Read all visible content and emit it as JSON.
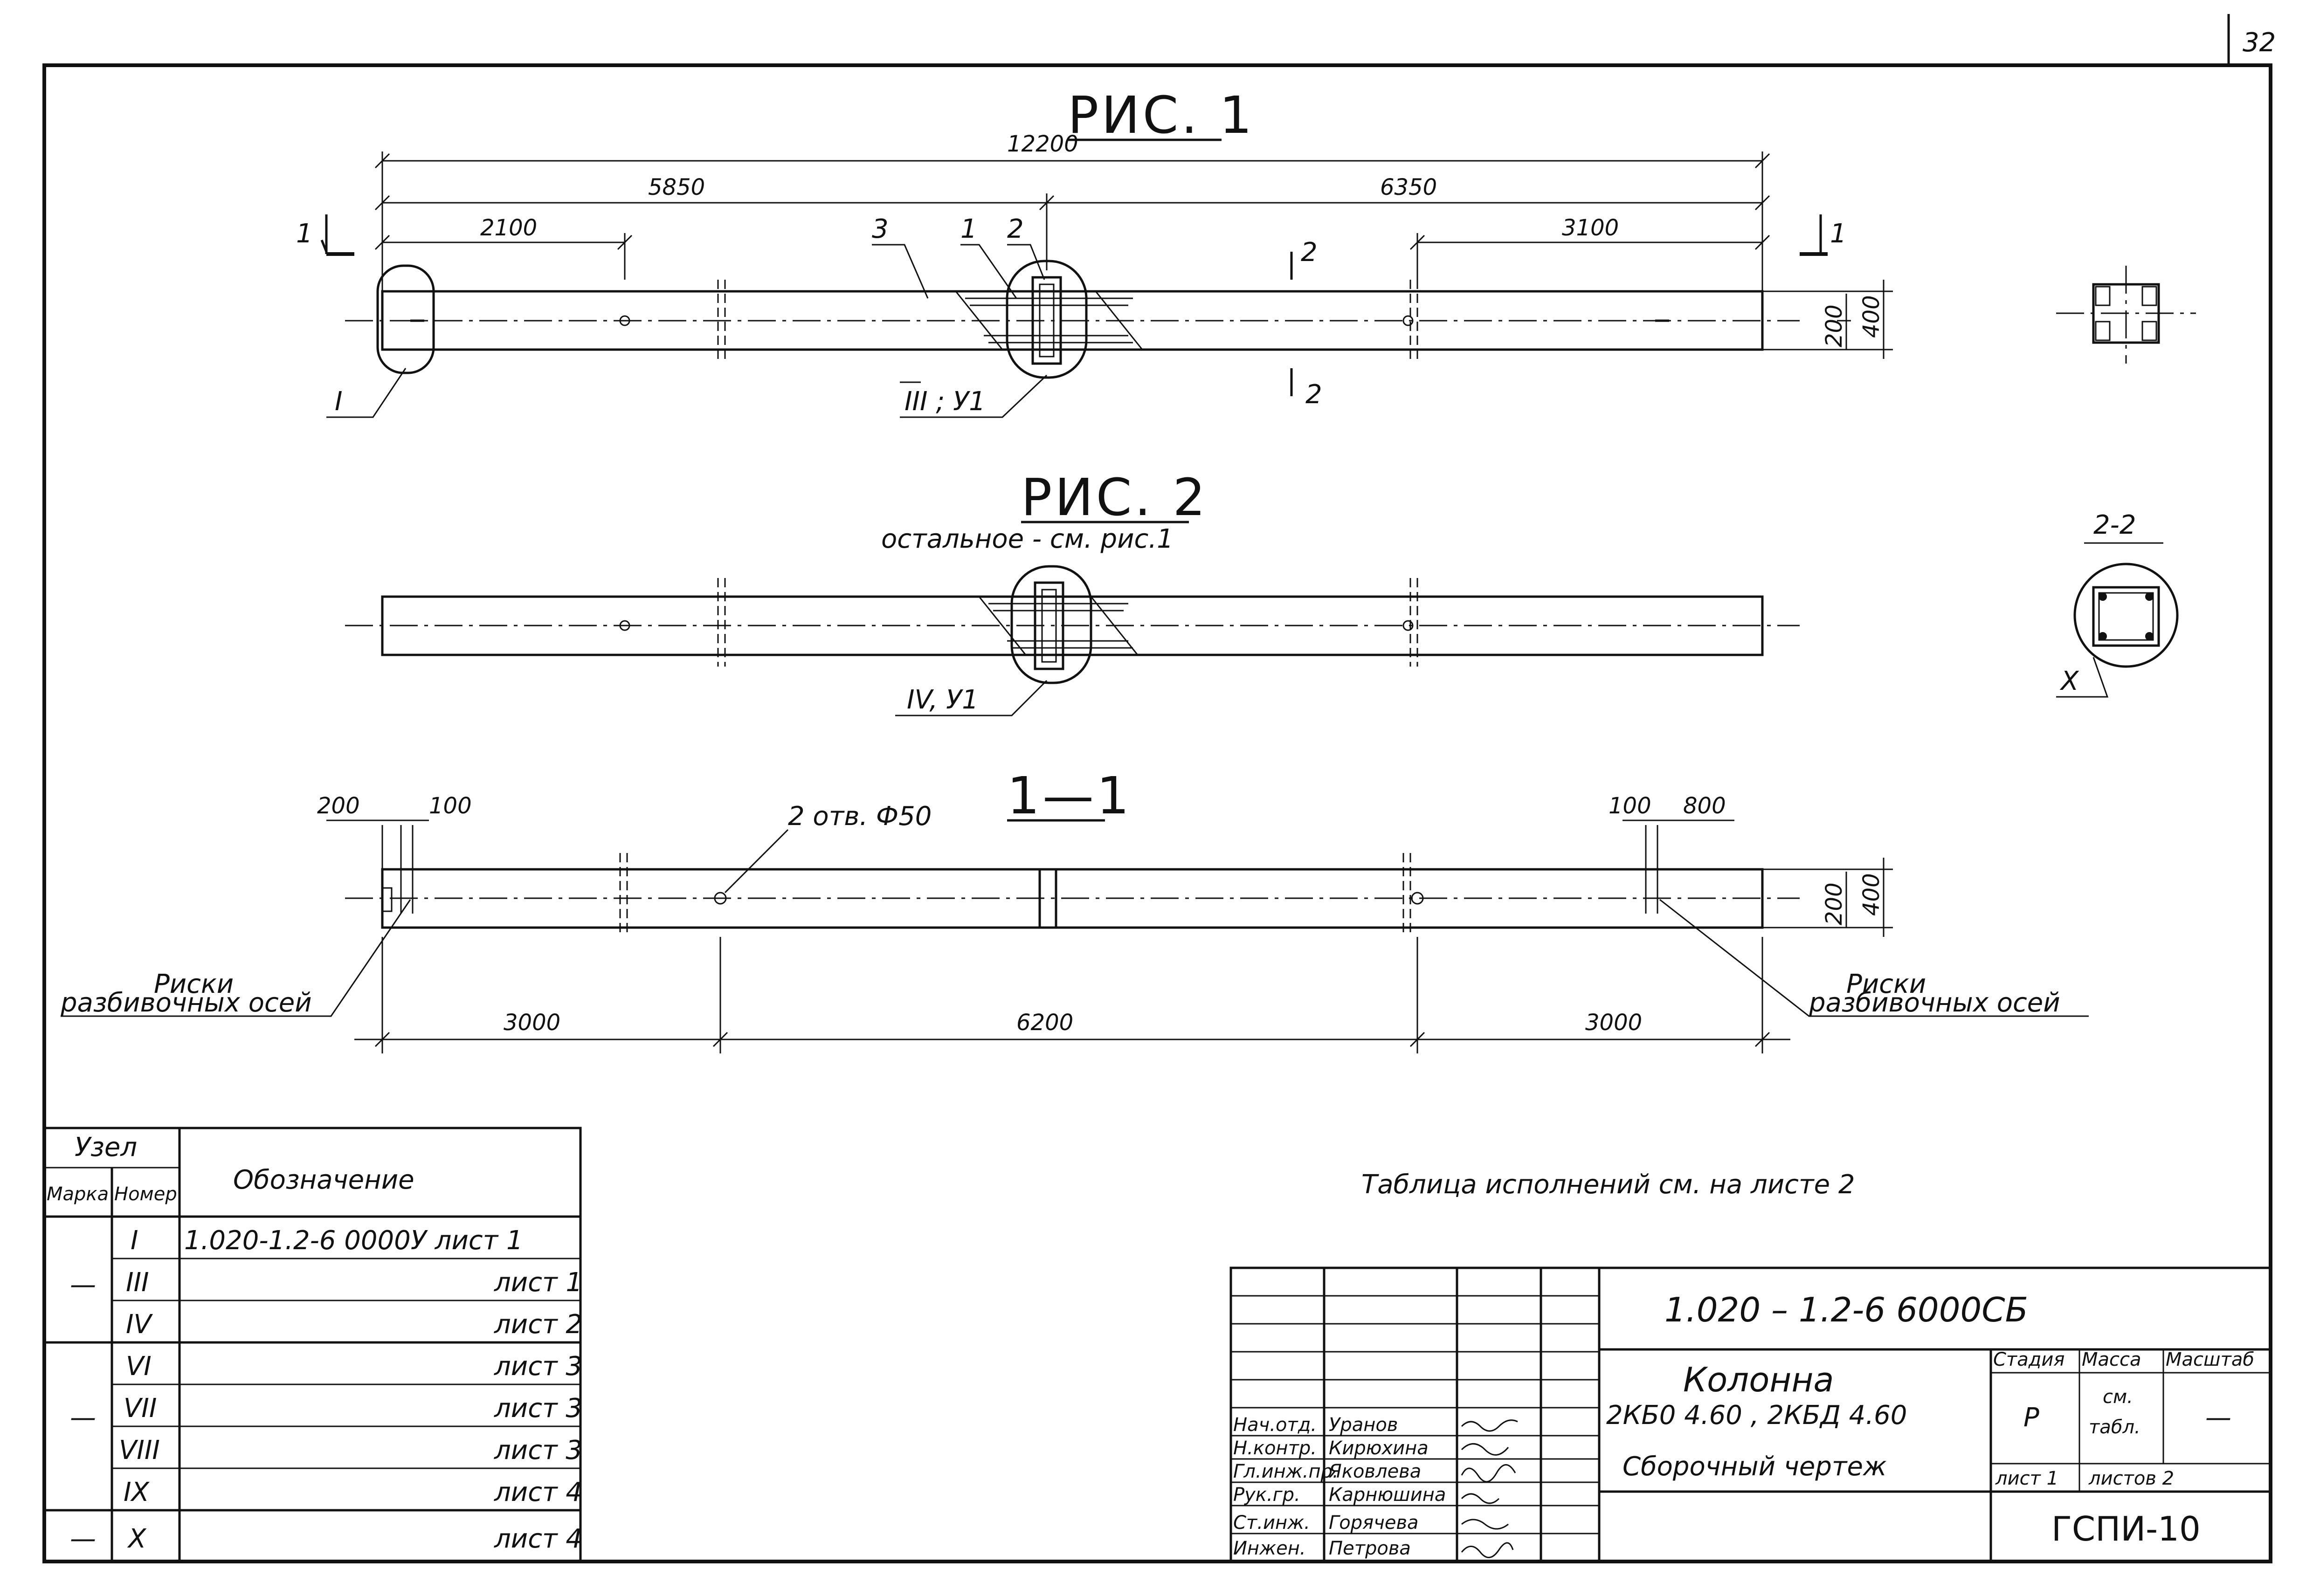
{
  "sheet_number": "32",
  "fig1": {
    "title": "РИС. 1",
    "dim_total": "12200",
    "dim_left": "5850",
    "dim_right": "6350",
    "dim_left_inner": "2100",
    "dim_right_inner": "3100",
    "section_mark": "1",
    "section2_mark": "2",
    "callout_1": "1",
    "callout_2": "2",
    "callout_3": "3",
    "node_label_left": "I",
    "node_label_center": "III ; У1",
    "dim_height_200": "200",
    "dim_height_400": "400"
  },
  "fig2": {
    "title": "РИС. 2",
    "subtitle": "остальное - см. рис.1",
    "node_label_center": "IV, У1"
  },
  "section_2_2": {
    "title": "2-2",
    "node_label": "X"
  },
  "section_1_1": {
    "title": "1—1",
    "dim_200": "200",
    "dim_100_left": "100",
    "hole_note": "2 отв. Ф50",
    "dim_100_right": "100",
    "dim_800": "800",
    "dim_3000_left": "3000",
    "dim_6200": "6200",
    "dim_3000_right": "3000",
    "dim_height_200": "200",
    "dim_height_400": "400",
    "note_left_1": "Риски",
    "note_left_2": "разбивочных осей",
    "note_right_1": "Риски",
    "note_right_2": "разбивочных осей"
  },
  "node_table": {
    "header_node": "Узел",
    "header_mark": "Марка",
    "header_number": "Номер",
    "header_designation": "Обозначение",
    "rows": [
      {
        "mark": "",
        "number": "I",
        "designation": "1.020-1.2-6 0000У лист 1"
      },
      {
        "mark": "—",
        "number": "III",
        "designation": "лист 1"
      },
      {
        "mark": "",
        "number": "IV",
        "designation": "лист 2"
      },
      {
        "mark": "",
        "number": "VI",
        "designation": "лист 3"
      },
      {
        "mark": "—",
        "number": "VII",
        "designation": "лист 3"
      },
      {
        "mark": "",
        "number": "VIII",
        "designation": "лист 3"
      },
      {
        "mark": "",
        "number": "IX",
        "designation": "лист 4"
      },
      {
        "mark": "—",
        "number": "X",
        "designation": "лист 4"
      }
    ]
  },
  "note": "Таблица исполнений см. на листе 2",
  "title_block": {
    "code": "1.020 – 1.2-6  6000СБ",
    "name_1": "Колонна",
    "name_2": "2КБ0 4.60 , 2КБД 4.60",
    "doc_type": "Сборочный чертеж",
    "stage_header": "Стадия",
    "mass_header": "Масса",
    "scale_header": "Масштаб",
    "stage": "Р",
    "mass_1": "см.",
    "mass_2": "табл.",
    "scale": "—",
    "sheet": "лист 1",
    "sheets": "листов 2",
    "org": "ГСПИ-10",
    "staff": [
      {
        "role": "Нач.отд.",
        "name": "Уранов"
      },
      {
        "role": "Н.контр.",
        "name": "Кирюхина"
      },
      {
        "role": "Гл.инж.пр.",
        "name": "Яковлева"
      },
      {
        "role": "Рук.гр.",
        "name": "Карнюшина"
      },
      {
        "role": "Ст.инж.",
        "name": "Горячева"
      },
      {
        "role": "Инжен.",
        "name": "Петрова"
      }
    ]
  }
}
